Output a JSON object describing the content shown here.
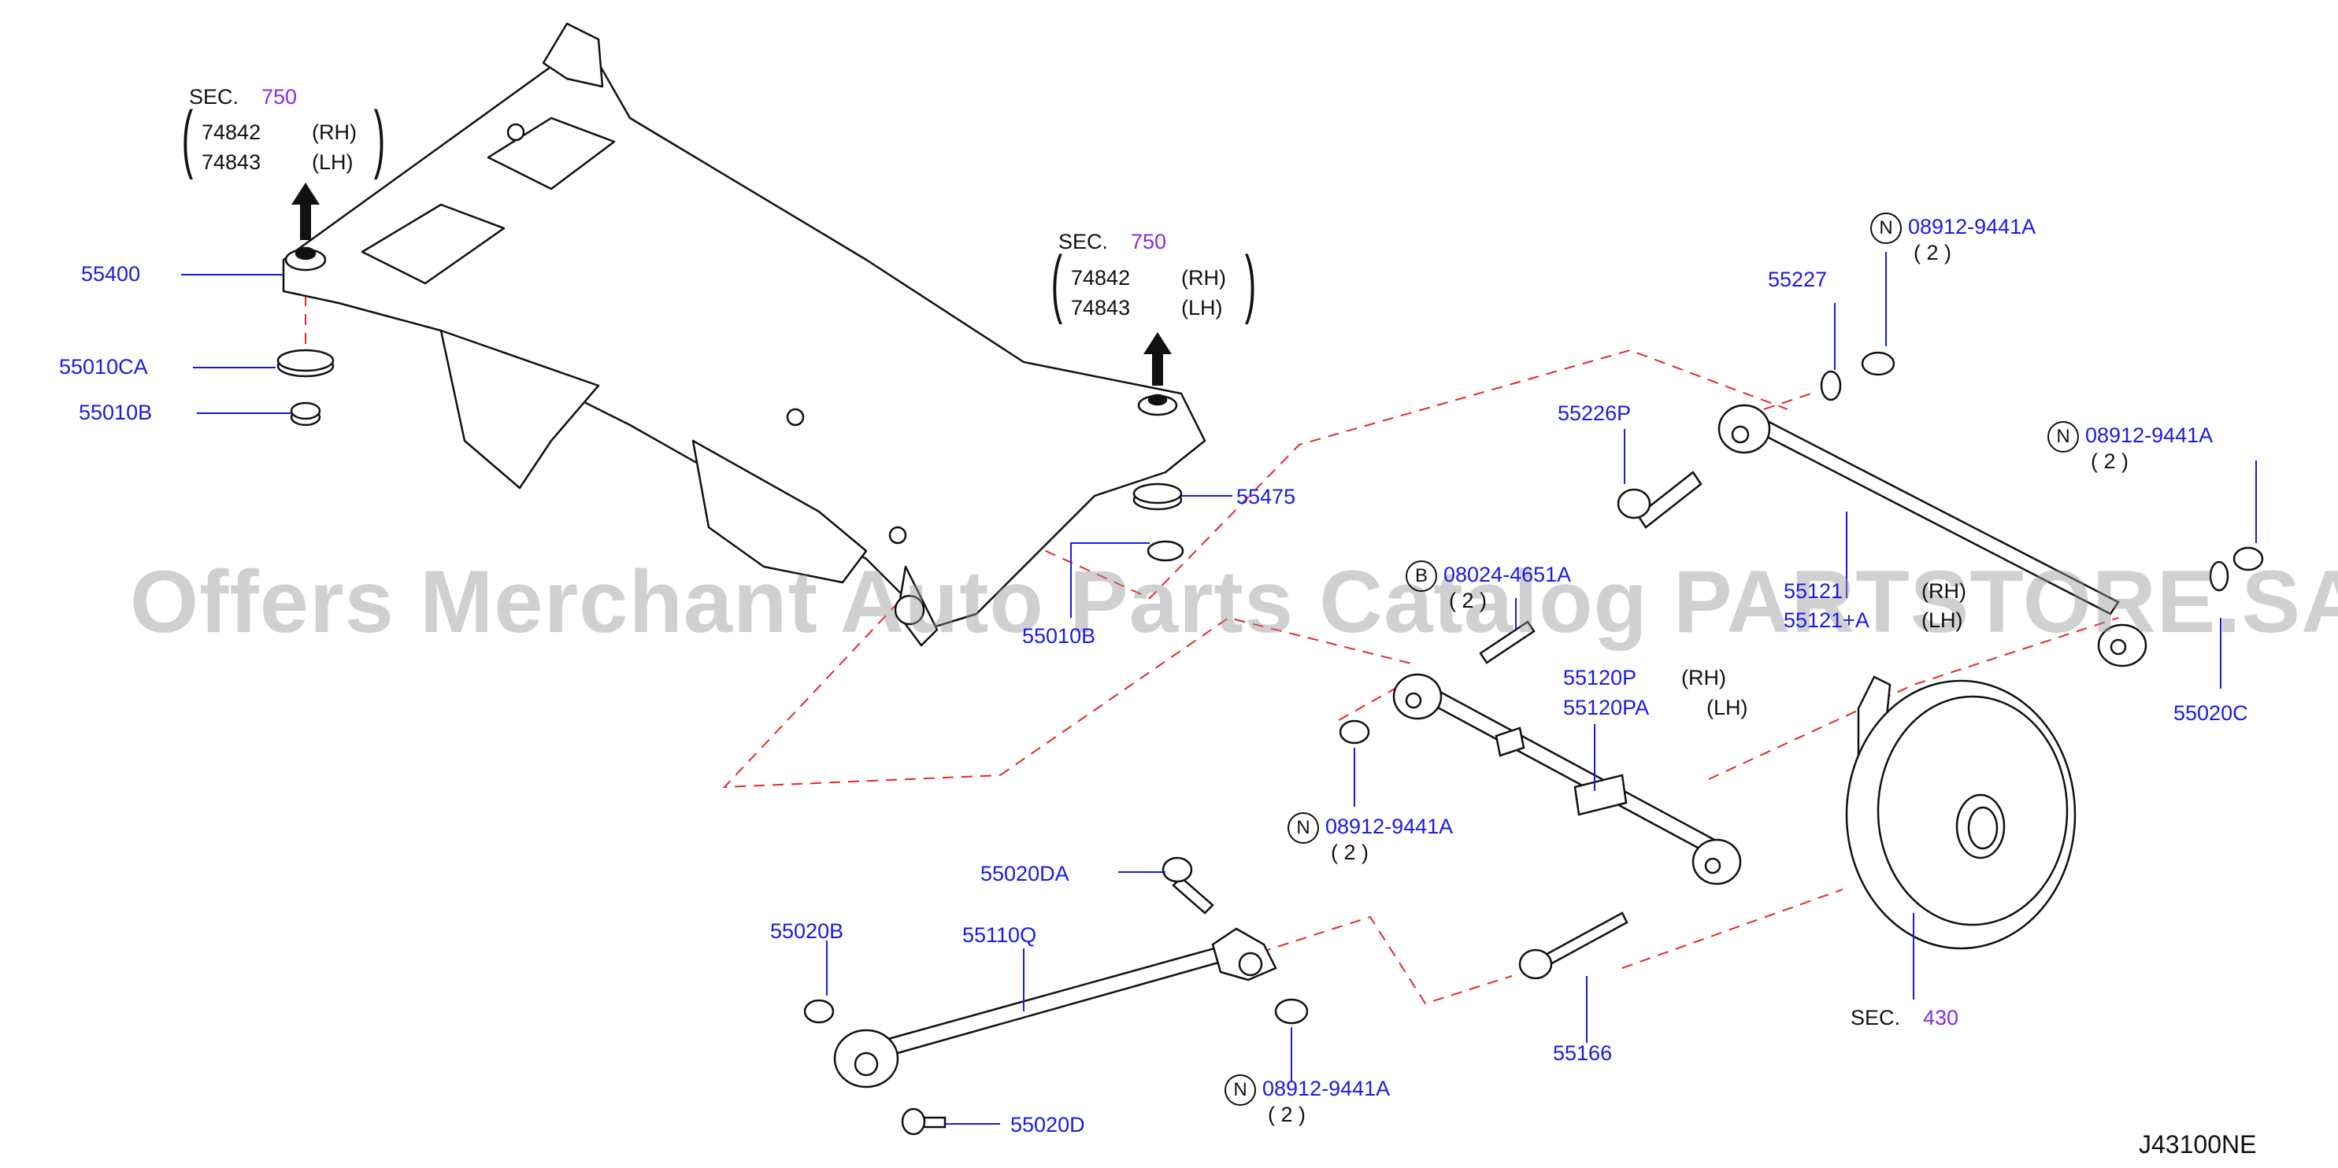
{
  "diagram_code": "J43100NE",
  "watermark": "Offers Merchant Auto Parts Catalog PARTSTORE.SA",
  "sec_left": {
    "label": "SEC.",
    "num": "750",
    "rh_part": "74842",
    "rh": "(RH)",
    "lh_part": "74843",
    "lh": "(LH)"
  },
  "sec_mid": {
    "label": "SEC.",
    "num": "750",
    "rh_part": "74842",
    "rh": "(RH)",
    "lh_part": "74843",
    "lh": "(LH)"
  },
  "sec_430": {
    "label": "SEC.",
    "num": "430"
  },
  "parts": {
    "p55400": "55400",
    "p55010CA": "55010CA",
    "p55010B_a": "55010B",
    "p55475": "55475",
    "p55010B_b": "55010B",
    "p55227": "55227",
    "p55226P": "55226P",
    "p55121": "55121",
    "p55121_rh": "(RH)",
    "p55121A": "55121+A",
    "p55121A_lh": "(LH)",
    "p55020C": "55020C",
    "p55120P": "55120P",
    "p55120P_rh": "(RH)",
    "p55120PA": "55120PA",
    "p55120PA_lh": "(LH)",
    "p55020DA": "55020DA",
    "p55020B": "55020B",
    "p55110Q": "55110Q",
    "p55020D": "55020D",
    "p55166": "55166"
  },
  "nuts": [
    {
      "symbol": "N",
      "part": "08912-9441A",
      "qty": "( 2 )"
    },
    {
      "symbol": "N",
      "part": "08912-9441A",
      "qty": "( 2 )"
    },
    {
      "symbol": "N",
      "part": "08912-9441A",
      "qty": "( 2 )"
    },
    {
      "symbol": "N",
      "part": "08912-9441A",
      "qty": "( 2 )"
    }
  ],
  "bolt": {
    "symbol": "B",
    "part": "08024-4651A",
    "qty": "( 2 )"
  },
  "colors": {
    "part_number": "#1a1ae6",
    "section_ref": "#8a2be2",
    "line": "#111111",
    "dash": "#e8262a"
  }
}
